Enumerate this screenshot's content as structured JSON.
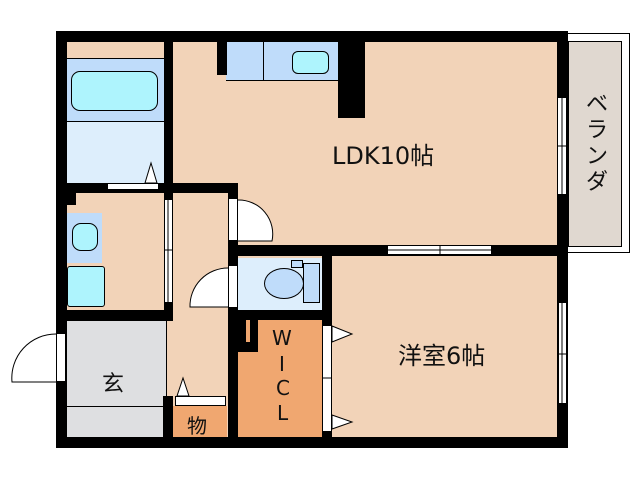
{
  "rooms": {
    "ldk": {
      "label": "LDK10帖"
    },
    "bedroom": {
      "label": "洋室6帖"
    },
    "veranda": {
      "label": "ベランダ"
    },
    "genkan": {
      "label": "玄"
    },
    "storage": {
      "label": "物"
    },
    "wic": {
      "label_w": "W",
      "label_i": "I",
      "label_c": "C",
      "label_l": "L"
    }
  },
  "colors": {
    "floor": "#f2d3b8",
    "wet_area": "#ddeefc",
    "fixture": "#bfdcfa",
    "fixture_inner": "#aef4fd",
    "genkan": "#dedfe1",
    "storage": "#f0a770",
    "veranda": "#e0d8d0",
    "wall": "#000000"
  }
}
